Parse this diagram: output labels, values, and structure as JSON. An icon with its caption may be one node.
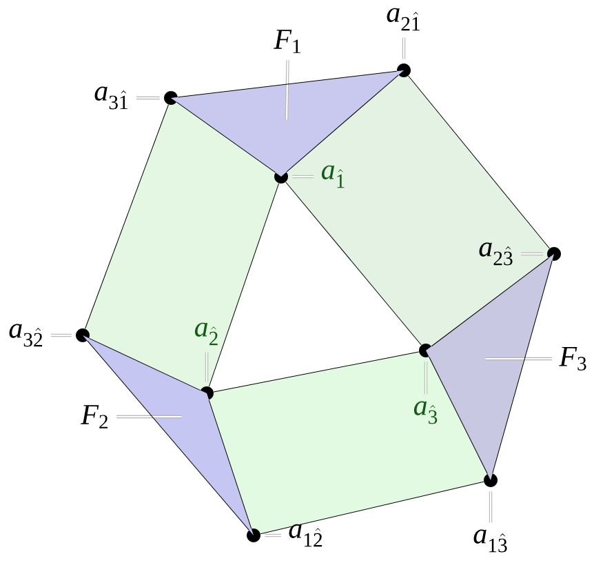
{
  "diagram": {
    "nodes": [
      {
        "text": [
          "a_{2\\hat{1}}"
        ]
      },
      {
        "text": [
          "F_1"
        ]
      },
      {
        "text": [
          "a_{3\\hat{1}}"
        ]
      },
      {
        "text": [
          "a_{\\hat{1}}"
        ]
      },
      {
        "text": [
          "a_{2\\hat{3}}"
        ]
      },
      {
        "text": [
          "a_{3\\hat{2}}"
        ]
      },
      {
        "text": [
          "a_{\\hat{2}}"
        ]
      },
      {
        "text": [
          "F_3"
        ]
      },
      {
        "text": [
          "a_{\\hat{3}}"
        ]
      },
      {
        "text": [
          "F_2"
        ]
      },
      {
        "text": [
          "a_{1\\hat{2}}"
        ]
      },
      {
        "text": [
          "a_{1\\hat{3}}"
        ]
      },
      {
        "text": [],
        "shape": "circle"
      },
      {
        "text": [],
        "shape": "circle"
      },
      {
        "text": [],
        "shape": "circle"
      },
      {
        "text": [],
        "shape": "circle"
      },
      {
        "text": [],
        "shape": "circle"
      },
      {
        "text": [],
        "shape": "circle"
      },
      {
        "text": [],
        "shape": "circle"
      },
      {
        "text": [],
        "shape": "circle"
      },
      {
        "text": [],
        "shape": "circle"
      },
      {
        "text": [],
        "shape": "triangle"
      },
      {
        "text": [],
        "shape": "triangle"
      },
      {
        "text": [],
        "shape": "triangle"
      }
    ],
    "edges": [
      {
        "from": 0,
        "to": 12,
        "arrow": "none",
        "style": "thick",
        "color": "#b4b4b4"
      },
      {
        "from": 1,
        "to": 21,
        "arrow": "none",
        "style": "thick",
        "color": "#b4b4b4"
      },
      {
        "from": 2,
        "to": 13,
        "arrow": "none",
        "style": "thick",
        "color": "#b4b4b4"
      },
      {
        "from": 3,
        "to": 14,
        "arrow": "none",
        "style": "thick",
        "color": "#a8c2a8"
      },
      {
        "from": 4,
        "to": 15,
        "arrow": "none",
        "style": "thick",
        "color": "#b4b4b4"
      },
      {
        "from": 5,
        "to": 16,
        "arrow": "none",
        "style": "thick",
        "color": "#b4b4b4"
      },
      {
        "from": 6,
        "to": 18,
        "arrow": "none",
        "style": "thick",
        "color": "#a8c2a8"
      },
      {
        "from": 7,
        "to": 22,
        "arrow": "none",
        "style": "thick",
        "color": "#b4b4b4"
      },
      {
        "from": 8,
        "to": 17,
        "arrow": "none",
        "style": "thick",
        "color": "#a8c2a8"
      },
      {
        "from": 9,
        "to": 23,
        "arrow": "none",
        "style": "thick",
        "color": "#b4b4b4"
      },
      {
        "from": 10,
        "to": 20,
        "arrow": "none",
        "style": "thick",
        "color": "#b4b4b4"
      },
      {
        "from": 11,
        "to": 19,
        "arrow": "none",
        "style": "thick",
        "color": "#b4b4b4"
      },
      {
        "from": 13,
        "to": 12,
        "arrow": "none"
      },
      {
        "from": 12,
        "to": 15,
        "arrow": "none"
      },
      {
        "from": 15,
        "to": 19,
        "arrow": "none"
      },
      {
        "from": 19,
        "to": 20,
        "arrow": "none"
      },
      {
        "from": 20,
        "to": 16,
        "arrow": "none"
      },
      {
        "from": 16,
        "to": 13,
        "arrow": "none"
      },
      {
        "from": 13,
        "to": 14,
        "arrow": "none"
      },
      {
        "from": 12,
        "to": 14,
        "arrow": "none"
      },
      {
        "from": 14,
        "to": 17,
        "arrow": "none"
      },
      {
        "from": 15,
        "to": 17,
        "arrow": "none"
      },
      {
        "from": 17,
        "to": 19,
        "arrow": "none"
      },
      {
        "from": 17,
        "to": 18,
        "arrow": "none"
      },
      {
        "from": 14,
        "to": 18,
        "arrow": "none"
      },
      {
        "from": 18,
        "to": 20,
        "arrow": "none"
      },
      {
        "from": 16,
        "to": 18,
        "arrow": "none"
      }
    ]
  }
}
